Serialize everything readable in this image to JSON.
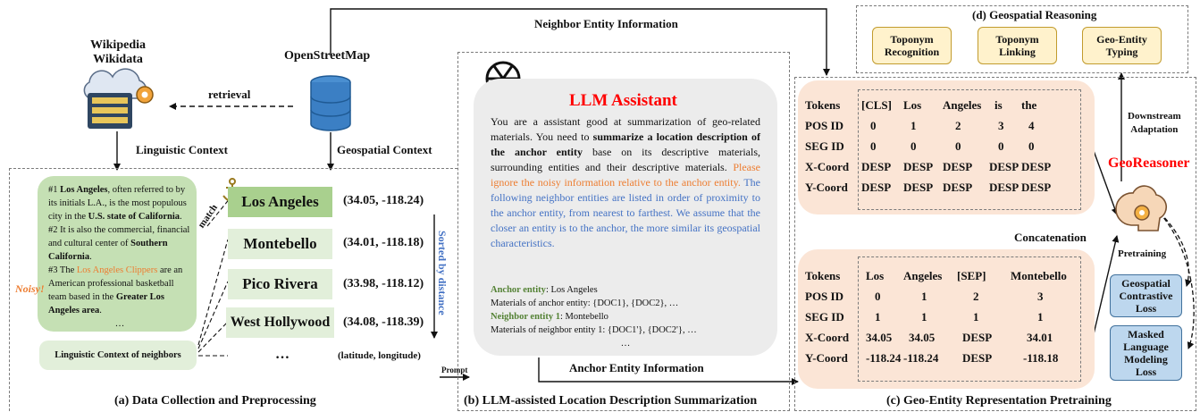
{
  "sources": {
    "wiki": [
      "Wikipedia",
      "Wikidata"
    ],
    "osm": "OpenStreetMap",
    "retrieval": "retrieval",
    "linguistic_context": "Linguistic Context",
    "geospatial_context": "Geospatial Context",
    "neighbor_entity_information": "Neighbor Entity Information"
  },
  "panel_a": {
    "caption": "(a) Data Collection and Preprocessing",
    "text_box": {
      "p1_pre": "#1 ",
      "p1_name": "Los Angeles",
      "p1_mid": ", often referred to by its initials L.A., is the most populous city in the ",
      "p1_state": "U.S. state of California",
      "p1_end": ".",
      "p2_pre": "#2 It is also the commercial, financial and cultural center of ",
      "p2_bold": "Southern California",
      "p2_end": ".",
      "p3_pre": "#3 The ",
      "p3_orange": "Los Angeles Clippers",
      "p3_mid": " are an American professional basketball team based in the ",
      "p3_bold": "Greater Los Angeles area",
      "p3_end": ".",
      "ellipsis": "…"
    },
    "noisy": "Noisy!",
    "match": "match",
    "neighbors_box": "Linguistic  Context of neighbors",
    "cities": [
      {
        "name": "Los Angeles",
        "coord": "(34.05, -118.24)"
      },
      {
        "name": "Montebello",
        "coord": "(34.01, -118.18)"
      },
      {
        "name": "Pico Rivera",
        "coord": "(33.98, -118.12)"
      },
      {
        "name": "West Hollywood",
        "coord": "(34.08, -118.39)"
      }
    ],
    "ellipsis": "…",
    "latlon": "(latitude, longitude)",
    "sorted": "Sorted by distance",
    "prompt": "Prompt"
  },
  "panel_b": {
    "caption": "(b) LLM-assisted Location Description Summarization",
    "title": "LLM Assistant",
    "s1": "You are a assistant good at summarization of geo-related materials. You need to ",
    "s1_bold": "summarize a location description of the anchor entity",
    "s1_end": " base on its descriptive materials, surrounding entities and their descriptive materials. ",
    "s2_orange": "Please ignore the noisy information relative to the anchor entity.",
    "s3_blue": " The following neighbor entities are listed in order of proximity to the anchor entity, from nearest to farthest. We assume that the closer an entity is to the anchor, the more similar its geospatial characteristics.",
    "anchor_label": "Anchor entity",
    "anchor_val": ": Los Angeles",
    "anchor_mat": "Materials of anchor entity: {DOC1}, {DOC2}, …",
    "neighbor_label": "Neighbor entity 1",
    "neighbor_val": ": Montebello",
    "neighbor_mat": "Materials of neighbor entity 1: {DOC1'}, {DOC2'}, …",
    "ellipsis": "…",
    "anchor_info": "Anchor Entity Information"
  },
  "panel_c": {
    "caption": "(c) Geo-Entity Representation Pretraining",
    "row_labels": [
      "Tokens",
      "POS ID",
      "SEG ID",
      "X-Coord",
      "Y-Coord"
    ],
    "table1": [
      [
        "[CLS]",
        "Los",
        "Angeles",
        "is",
        "the"
      ],
      [
        "0",
        "1",
        "2",
        "3",
        "4"
      ],
      [
        "0",
        "0",
        "0",
        "0",
        "0"
      ],
      [
        "DESP",
        "DESP",
        "DESP",
        "DESP",
        "DESP"
      ],
      [
        "DESP",
        "DESP",
        "DESP",
        "DESP",
        "DESP"
      ]
    ],
    "concatenation": "Concatenation",
    "table2": [
      [
        "Los",
        "Angeles",
        "[SEP]",
        "Montebello"
      ],
      [
        "0",
        "1",
        "2",
        "3"
      ],
      [
        "1",
        "1",
        "1",
        "1"
      ],
      [
        "34.05",
        "34.05",
        "DESP",
        "34.01"
      ],
      [
        "-118.24",
        "-118.24",
        "DESP",
        "-118.18"
      ]
    ],
    "geoReasoner": "GeoReasoner",
    "downstream": [
      "Downstream",
      "Adaptation"
    ],
    "pretraining": "Pretraining",
    "losses": [
      [
        "Geospatial",
        "Contrastive",
        "Loss"
      ],
      [
        "Masked",
        "Language",
        "Modeling",
        "Loss"
      ]
    ]
  },
  "panel_d": {
    "title": "(d) Geospatial Reasoning",
    "tasks": [
      [
        "Toponym",
        "Recognition"
      ],
      [
        "Toponym",
        "Linking"
      ],
      [
        "Geo-Entity",
        "Typing"
      ]
    ]
  },
  "colors": {
    "red": "#ff0000",
    "orange": "#ed7d31",
    "blue": "#4472c4",
    "green": "#548235",
    "light_green": "#c5e0b4",
    "peach": "#fbe5d6"
  }
}
